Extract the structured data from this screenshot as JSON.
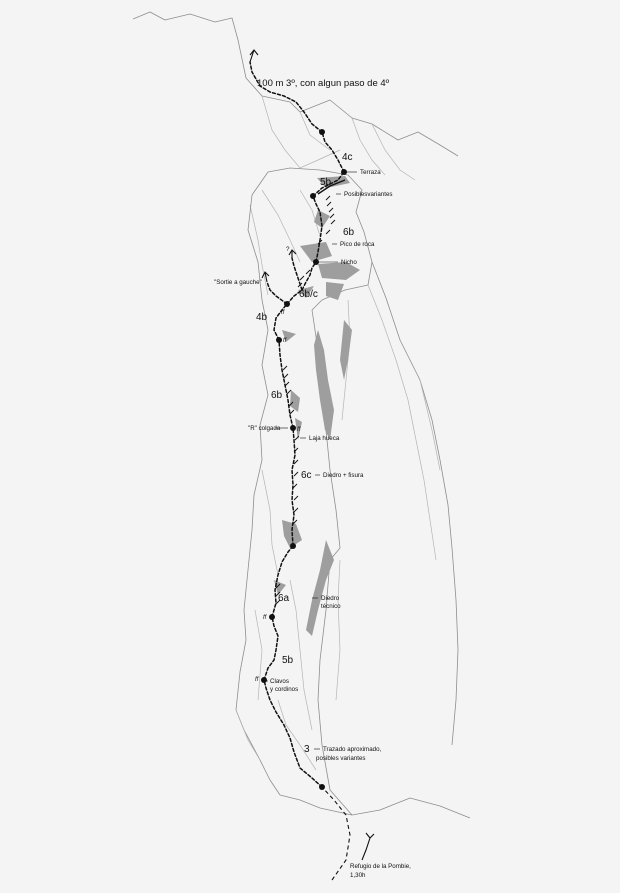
{
  "header_note": "100 m 3º, con algun paso de 4º",
  "grades": {
    "p1": "3",
    "p2": "5b",
    "p3": "6a",
    "p4": "6c",
    "p5": "6b",
    "p6": "4b",
    "p7": "6b/c",
    "p8": "6b",
    "p9": "5b",
    "p10": "4c"
  },
  "notes": {
    "terraza": "Terraza",
    "variantes": "Posiblesvariantes",
    "pico": "Pico de roca",
    "nicho": "Nicho",
    "question": "?",
    "sortie": "\"Sortie a gauche\"",
    "r_colgada": "\"R\" colgada",
    "laja": "Laja hueca",
    "diedro_fisura": "Diedro + fisura",
    "diedro_tecnico_1": "Diedro",
    "diedro_tecnico_2": "técnico",
    "clavos_1": "Clavos",
    "clavos_2": "y cordinos",
    "trazado_1": "Trazado aproximado,",
    "trazado_2": "posibles variantes",
    "refugio_1": "Refugio de la Pombie,",
    "refugio_2": "1,30h"
  },
  "pin_marks": {
    "pin_fixed": "ff"
  }
}
